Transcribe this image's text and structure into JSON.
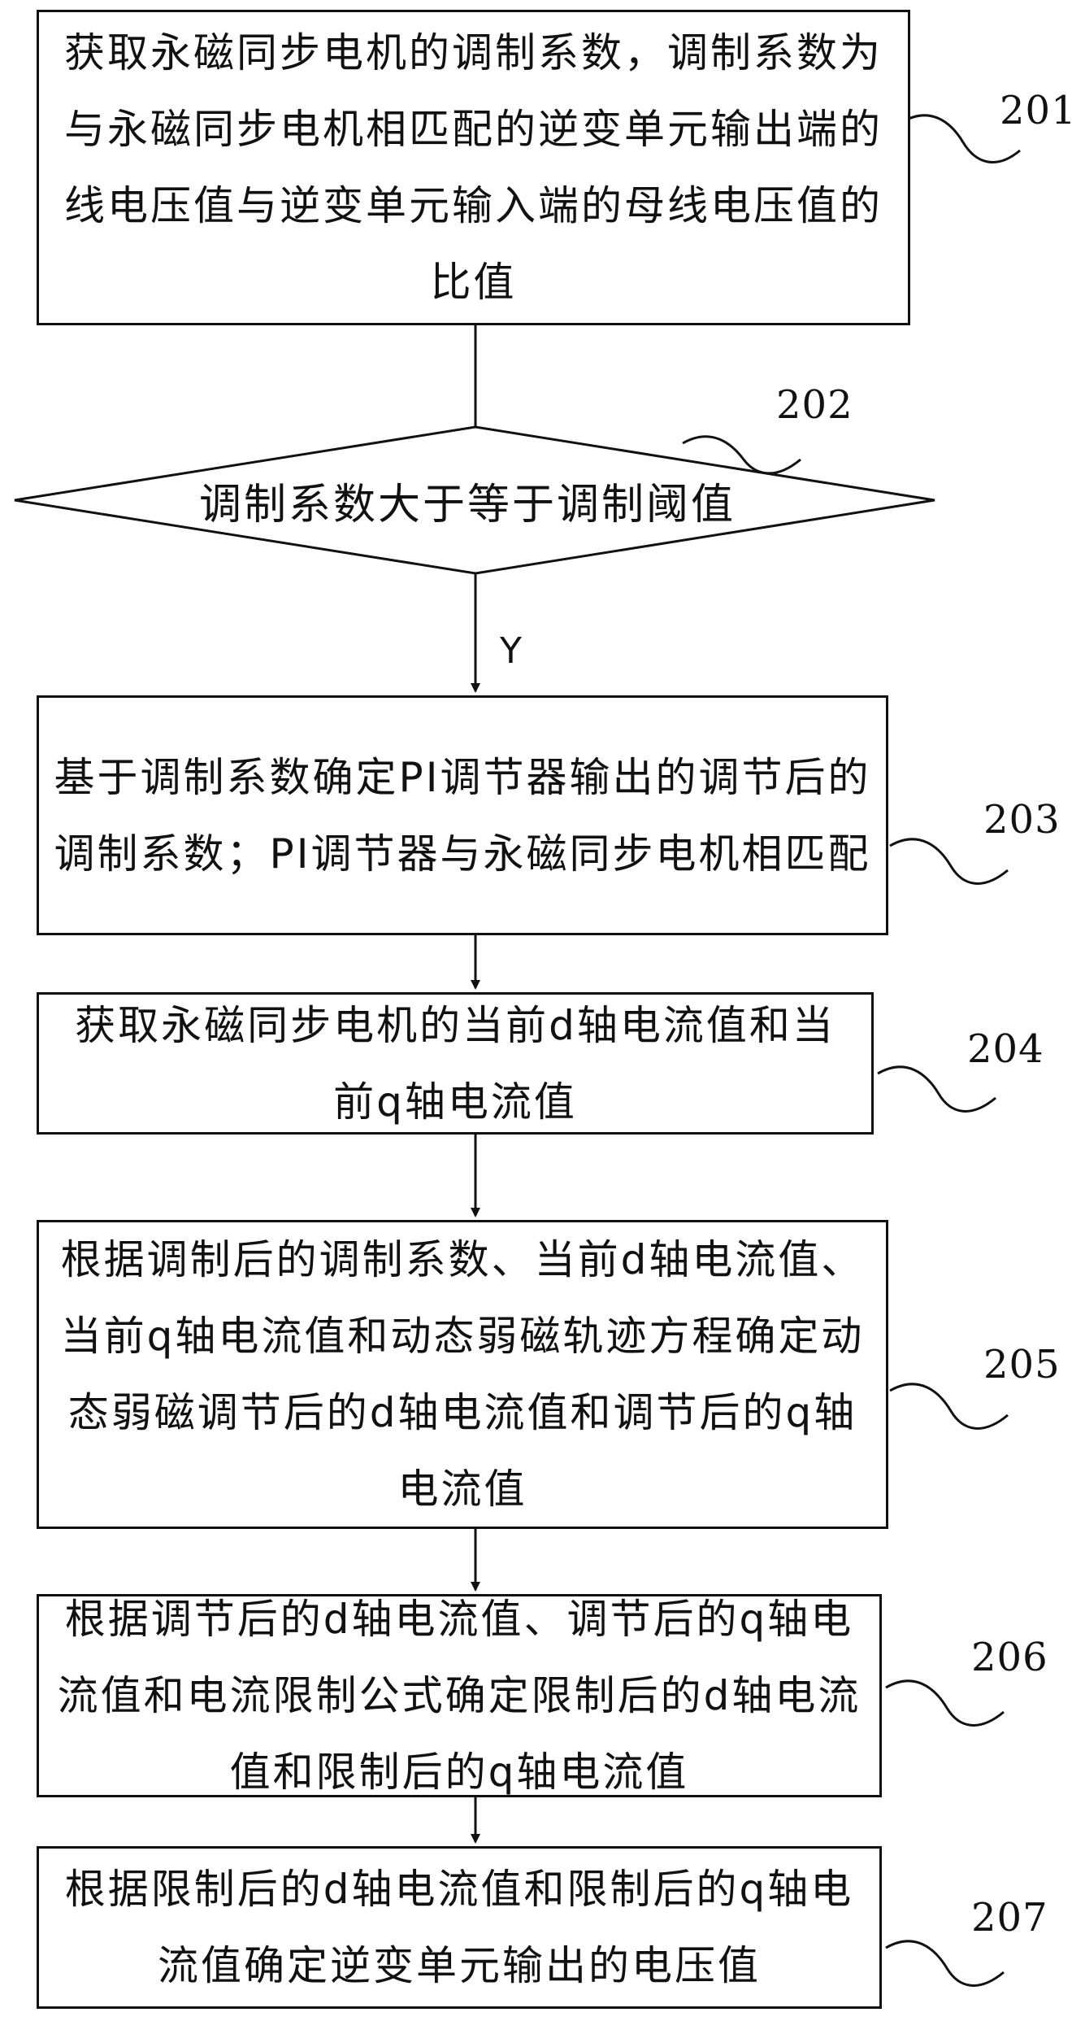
{
  "steps": [
    {
      "id": "201",
      "text": "获取永磁同步电机的调制系数，调制系数为与永磁同步电机相匹配的逆变单元输出端的线电压值与逆变单元输入端的母线电压值的比值"
    },
    {
      "id": "202",
      "text": "调制系数大于等于调制阈值"
    },
    {
      "id": "203",
      "text": "基于调制系数确定PI调节器输出的调节后的调制系数；PI调节器与永磁同步电机相匹配"
    },
    {
      "id": "204",
      "text": "获取永磁同步电机的当前d轴电流值和当前q轴电流值"
    },
    {
      "id": "205",
      "text": "根据调制后的调制系数、当前d轴电流值、当前q轴电流值和动态弱磁轨迹方程确定动态弱磁调节后的d轴电流值和调节后的q轴电流值"
    },
    {
      "id": "206",
      "text": "根据调节后的d轴电流值、调节后的q轴电流值和电流限制公式确定限制后的d轴电流值和限制后的q轴电流值"
    },
    {
      "id": "207",
      "text": "根据限制后的d轴电流值和限制后的q轴电流值确定逆变单元输出的电压值"
    }
  ],
  "branch_yes": "Y"
}
